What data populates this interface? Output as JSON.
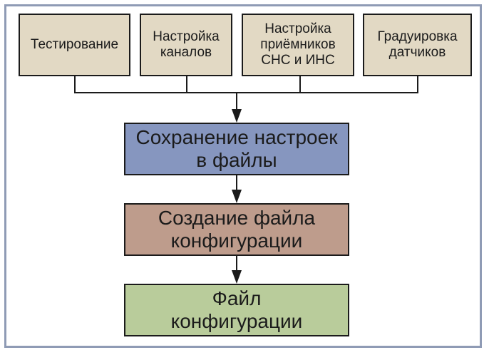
{
  "colors": {
    "frame": "#8f9bb5",
    "top_boxes": "#e2d9c4",
    "save": "#8696bf",
    "create": "#be9c8c",
    "file": "#b9cc9b",
    "line": "#1b1b1b"
  },
  "top_boxes": [
    {
      "label": "Тестирование"
    },
    {
      "label": "Настройка\nканалов"
    },
    {
      "label": "Настройка\nприёмников\nСНС и ИНС"
    },
    {
      "label": "Градуировка\nдатчиков"
    }
  ],
  "steps": [
    {
      "label": "Сохранение настроек\nв файлы"
    },
    {
      "label": "Создание файла\nконфигурации"
    },
    {
      "label": "Файл\nконфигурации"
    }
  ]
}
